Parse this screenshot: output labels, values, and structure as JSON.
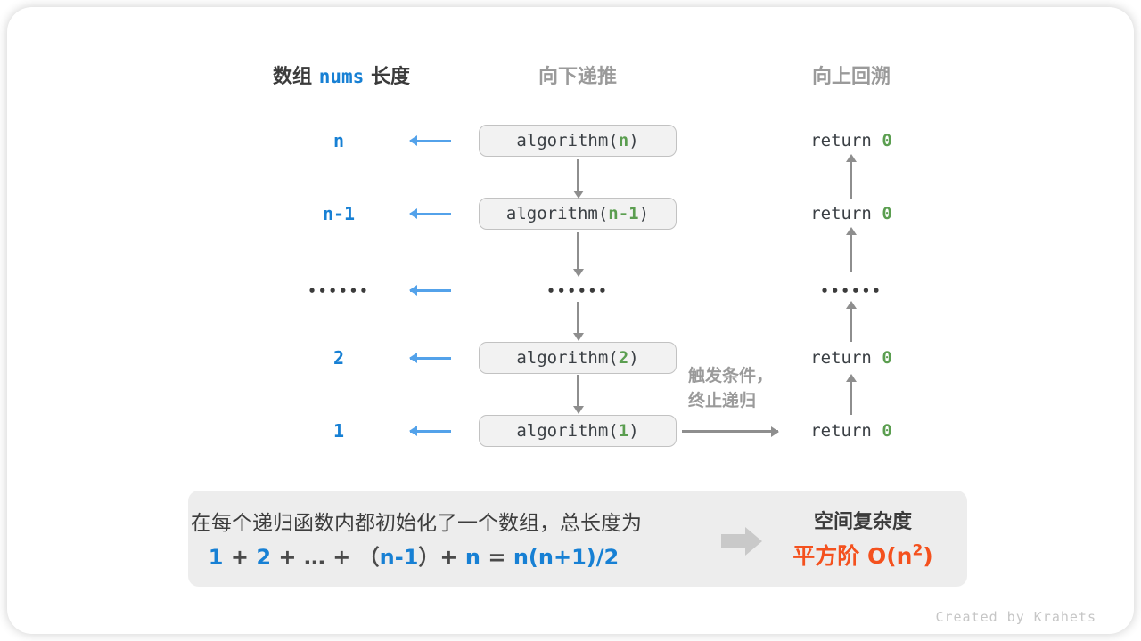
{
  "colors": {
    "blue_text": "#1780d4",
    "blue_arrow": "#53a2ea",
    "green_value": "#5b9e50",
    "orange_result": "#f4511e",
    "gray_arrow": "#8e8e8e",
    "gray_heading": "#9a9a9a",
    "dark_text": "#3b3b3b",
    "box_fill": "#f2f2f2",
    "summary_fill": "#ededed"
  },
  "header": {
    "left_pre": "数组 ",
    "left_code": "nums",
    "left_post": " 长度",
    "mid": "向下递推",
    "right": "向上回溯"
  },
  "diagram": {
    "call_prefix": "algorithm(",
    "call_suffix": ")",
    "return_keyword": "return ",
    "return_value": "0",
    "ellipsis": "••••••",
    "rows": [
      {
        "label": "n",
        "arg": "n"
      },
      {
        "label": "n-1",
        "arg": "n-1"
      },
      {
        "label": "2",
        "arg": "2"
      },
      {
        "label": "1",
        "arg": "1"
      }
    ],
    "base_note_line1": "触发条件，",
    "base_note_line2": "终止递归"
  },
  "summary": {
    "line1": "在每个递归函数内都初始化了一个数组，总长度为",
    "formula": [
      {
        "t": "1"
      },
      {
        "t": " + "
      },
      {
        "t": "2"
      },
      {
        "t": " + "
      },
      {
        "t": "…"
      },
      {
        "t": " + （"
      },
      {
        "t": "n-1"
      },
      {
        "t": "）+ "
      },
      {
        "t": "n"
      },
      {
        "t": " = "
      },
      {
        "t": "n(n+1)/2"
      }
    ],
    "right_title": "空间复杂度",
    "result_pre": "平方阶 O(n",
    "result_sup": "2",
    "result_post": ")"
  },
  "credit": "Created by Krahets"
}
